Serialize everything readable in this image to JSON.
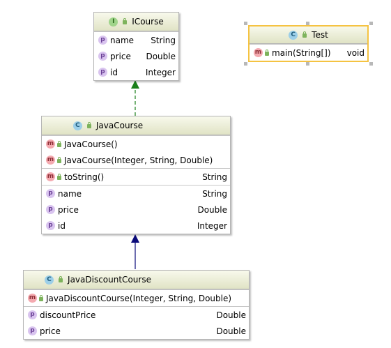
{
  "colors": {
    "implements_arrow": "#1a7f1a",
    "extends_arrow": "#0b0b7a",
    "selection": "#f5c342",
    "header_gradient": [
      "#f8f9ec",
      "#e0e3c5"
    ]
  },
  "icourse": {
    "title": "ICourse",
    "icon": "interface-icon",
    "icon_letter": "I",
    "fields": [
      {
        "name": "name",
        "type": "String"
      },
      {
        "name": "price",
        "type": "Double"
      },
      {
        "name": "id",
        "type": "Integer"
      }
    ]
  },
  "test": {
    "title": "Test",
    "icon": "class-test-icon",
    "icon_letter": "C",
    "methods": [
      {
        "name": "main(String[])",
        "type": "void"
      }
    ]
  },
  "javacourse": {
    "title": "JavaCourse",
    "icon": "class-icon",
    "icon_letter": "C",
    "constructors": [
      {
        "name": "JavaCourse()"
      },
      {
        "name": "JavaCourse(Integer, String, Double)"
      }
    ],
    "methods": [
      {
        "name": "toString()",
        "type": "String"
      }
    ],
    "fields": [
      {
        "name": "name",
        "type": "String"
      },
      {
        "name": "price",
        "type": "Double"
      },
      {
        "name": "id",
        "type": "Integer"
      }
    ]
  },
  "javadiscountcourse": {
    "title": "JavaDiscountCourse",
    "icon": "class-icon",
    "icon_letter": "C",
    "constructors": [
      {
        "name": "JavaDiscountCourse(Integer, String, Double)"
      }
    ],
    "fields": [
      {
        "name": "discountPrice",
        "type": "Double"
      },
      {
        "name": "price",
        "type": "Double"
      }
    ]
  },
  "member_icons": {
    "field": "p",
    "method": "m"
  }
}
